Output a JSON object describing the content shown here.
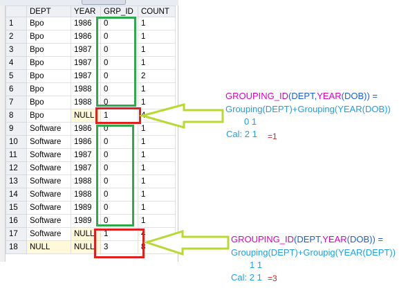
{
  "grid": {
    "columns": [
      "",
      "DEPT",
      "YEAR",
      "GRP_ID",
      "COUNT"
    ],
    "rows": [
      [
        "1",
        "Bpo",
        "1986",
        "0",
        "1"
      ],
      [
        "2",
        "Bpo",
        "1986",
        "0",
        "1"
      ],
      [
        "3",
        "Bpo",
        "1987",
        "0",
        "1"
      ],
      [
        "4",
        "Bpo",
        "1987",
        "0",
        "1"
      ],
      [
        "5",
        "Bpo",
        "1987",
        "0",
        "2"
      ],
      [
        "6",
        "Bpo",
        "1988",
        "0",
        "1"
      ],
      [
        "7",
        "Bpo",
        "1988",
        "0",
        "1"
      ],
      [
        "8",
        "Bpo",
        "NULL",
        "1",
        "4"
      ],
      [
        "9",
        "Software",
        "1986",
        "0",
        "1"
      ],
      [
        "10",
        "Software",
        "1986",
        "0",
        "1"
      ],
      [
        "11",
        "Software",
        "1987",
        "0",
        "1"
      ],
      [
        "12",
        "Software",
        "1987",
        "0",
        "1"
      ],
      [
        "13",
        "Software",
        "1988",
        "0",
        "1"
      ],
      [
        "14",
        "Software",
        "1988",
        "0",
        "1"
      ],
      [
        "15",
        "Software",
        "1989",
        "0",
        "1"
      ],
      [
        "16",
        "Software",
        "1989",
        "0",
        "1"
      ],
      [
        "17",
        "Software",
        "NULL",
        "1",
        "4"
      ],
      [
        "18",
        "NULL",
        "NULL",
        "3",
        "8"
      ]
    ],
    "highlighted_rows": [
      8,
      17,
      18
    ]
  },
  "annotation_1": {
    "fn": "GROUPING_ID",
    "open": "(",
    "arg1": "DEPT",
    "comma": ",",
    "year": "YEAR",
    "dob": "DOB",
    "close": ")) =",
    "line2": "Grouping(DEPT)+Grouping(YEAR(DOB))",
    "bits": "0 1",
    "cal": "Cal: 2 1",
    "result": "=1"
  },
  "annotation_2": {
    "fn": "GROUPING_ID",
    "open": "(",
    "arg1": "DEPT",
    "comma": ",",
    "year": "YEAR",
    "dob": "DOB",
    "close": ")) =",
    "line2": "Grouping(DEPT)+Groupig(YEAR(DEPT))",
    "bits": "1  1",
    "cal": "Cal: 2  1",
    "result": "=3"
  },
  "colors": {
    "green_box": "#2fa94c",
    "red_box": "#e02020",
    "arrow": "#b8d832",
    "magenta": "#e000c0",
    "cyan": "#1ea0e6"
  }
}
